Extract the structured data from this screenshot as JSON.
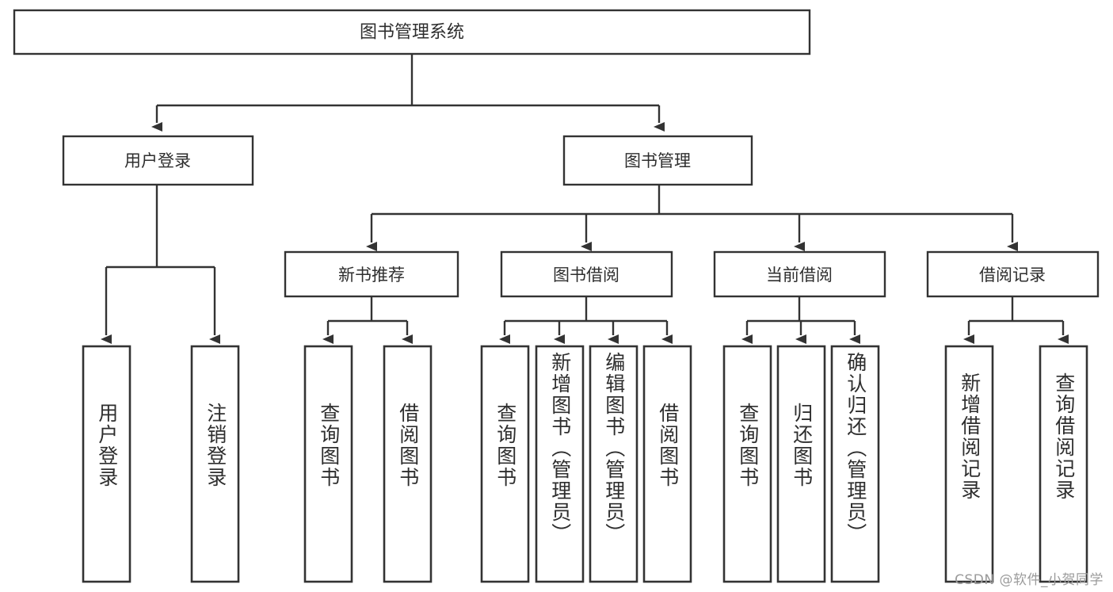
{
  "diagram": {
    "type": "tree",
    "title": "图书管理系统",
    "root": {
      "id": "root",
      "label": "图书管理系统"
    },
    "level2": [
      {
        "id": "user-login",
        "label": "用户登录"
      },
      {
        "id": "book-management",
        "label": "图书管理"
      }
    ],
    "level3": [
      {
        "id": "new-book-recommend",
        "label": "新书推荐",
        "parent": "book-management"
      },
      {
        "id": "book-borrow",
        "label": "图书借阅",
        "parent": "book-management"
      },
      {
        "id": "current-borrow",
        "label": "当前借阅",
        "parent": "book-management"
      },
      {
        "id": "borrow-record",
        "label": "借阅记录",
        "parent": "book-management"
      }
    ],
    "leaves": [
      {
        "id": "leaf-user-login",
        "label": "用户登录",
        "parent": "user-login"
      },
      {
        "id": "leaf-user-logout",
        "label": "注销登录",
        "parent": "user-login"
      },
      {
        "id": "leaf-query-book-1",
        "label": "查询图书",
        "parent": "new-book-recommend"
      },
      {
        "id": "leaf-borrow-book-1",
        "label": "借阅图书",
        "parent": "new-book-recommend"
      },
      {
        "id": "leaf-query-book-2",
        "label": "查询图书",
        "parent": "book-borrow"
      },
      {
        "id": "leaf-add-book",
        "label": "新增图书（管理员）",
        "parent": "book-borrow"
      },
      {
        "id": "leaf-edit-book",
        "label": "编辑图书（管理员）",
        "parent": "book-borrow"
      },
      {
        "id": "leaf-borrow-book-2",
        "label": "借阅图书",
        "parent": "book-borrow"
      },
      {
        "id": "leaf-query-book-3",
        "label": "查询图书",
        "parent": "current-borrow"
      },
      {
        "id": "leaf-return-book",
        "label": "归还图书",
        "parent": "current-borrow"
      },
      {
        "id": "leaf-confirm-return",
        "label": "确认归还（管理员）",
        "parent": "current-borrow"
      },
      {
        "id": "leaf-add-record",
        "label": "新增借阅记录",
        "parent": "borrow-record"
      },
      {
        "id": "leaf-query-record",
        "label": "查询借阅记录",
        "parent": "borrow-record"
      }
    ],
    "colors": {
      "box_stroke": "#333333",
      "box_fill": "#ffffff",
      "text": "#2e2e2e",
      "connector": "#333333",
      "background": "#ffffff",
      "watermark": "#9b9b9b"
    }
  },
  "watermark": {
    "text": "CSDN @软件_小贺同学"
  }
}
